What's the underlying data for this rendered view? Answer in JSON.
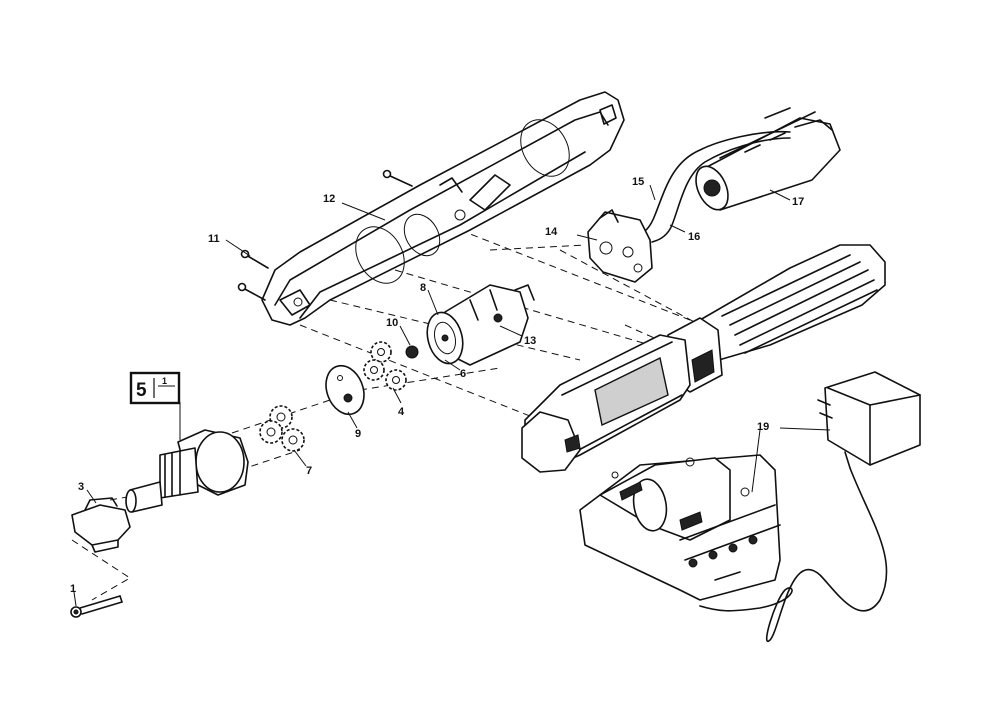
{
  "labels": {
    "p1": "1",
    "p3": "3",
    "p4": "4",
    "p6": "6",
    "p7": "7",
    "p8": "8",
    "p9": "9",
    "p10": "10",
    "p11": "11",
    "p12": "12",
    "p13": "13",
    "p14": "14",
    "p15": "15",
    "p16": "16",
    "p17": "17",
    "p19": "19"
  },
  "assembly_box": {
    "number": "5",
    "quantity": "1"
  }
}
